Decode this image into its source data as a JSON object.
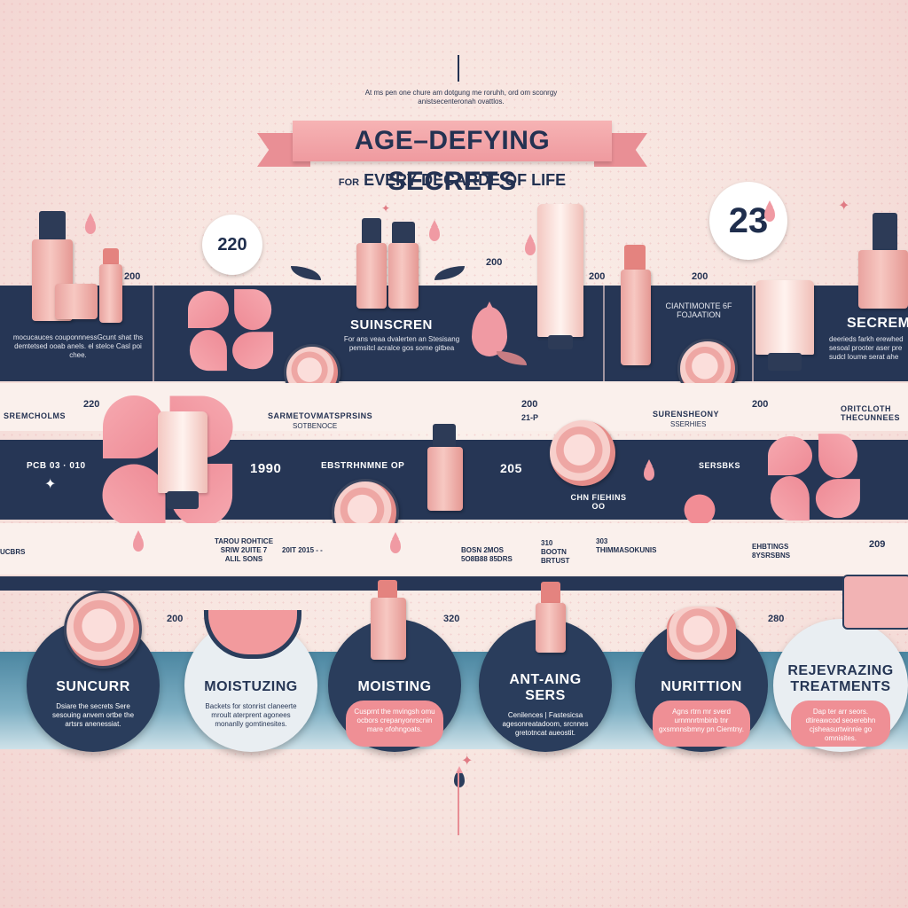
{
  "header": {
    "intro": "At ms pen one chure am dotgung me roruhh, ord om sconrgy anistsecenteronah ovattlos.",
    "title": "AGE–DEFYING SECRETS",
    "subtitle_for": "FOR",
    "subtitle": "EVERY DECARDE OF LIFE"
  },
  "badges": {
    "left": "220",
    "right": "23"
  },
  "row1": {
    "years": [
      "200",
      "200",
      "200",
      "200"
    ],
    "left_text": "mocucauces couponnnessGcunt shat ths demtetsed ooab anels. el stelce Casl poi chee.",
    "sunscreen_title": "SUINSCREN",
    "sunscreen_text": "For ans veaa dvalerten an Stesisang pemsitcl acralce gos some gitbea",
    "center_title": "CIANTIMONTE 6F FOJAATION",
    "right_title": "SECREMIL",
    "right_text": "deerieds farkh erewhed sesoal prooter aser pre sudcl loume serat ahe"
  },
  "row2": {
    "year_a": "220",
    "year_b": "200",
    "year_c": "200",
    "year_c2": "21-P",
    "year_d": "200",
    "left_label": "SREMCHOLMS",
    "mid_label": "SARMETOVMATSPRSINS",
    "mid_sub": "SOTBENOCE",
    "right_label": "SURENSHEONY",
    "right_sub": "SSERHIES",
    "far_label": "ORITCLOTH THECUNNEES"
  },
  "row3": {
    "left": "PCB 03 · 010",
    "year_1990": "1990",
    "label_a": "EBSTRHNMNE OP",
    "year_205": "205",
    "label_b": "CHN FIEHINS OO",
    "label_c": "SERSBKS"
  },
  "row4": {
    "far_left": "UCBRS",
    "a": "TAROU ROHTICE SRIW 2UITE 7 ALIL SONS",
    "b": "20IT 2015 - -",
    "c": "BOSN 2MOS 5O8B88 85DRS",
    "d": "310 BOOTN BRTUST",
    "e": "303 THIMMASOKUNIS",
    "f": "EHBTINGS 8YSRSBNS",
    "g": "209"
  },
  "bottom": [
    {
      "title": "SUNCURR",
      "desc": "Dsiare the secrets Sere sesouing anvem ortbe the artsrs anenessiat.",
      "style": "dark"
    },
    {
      "title": "MOISTUZING",
      "desc": "Backets for stonrist claneerte mroult aterprent agonees monanlly gomtinesites.",
      "style": "light"
    },
    {
      "title": "MOISTING",
      "desc": "Cusprnt the mvingsh omu ocbors crepanyonrscnin mare ofohngoats.",
      "style": "dark-pill"
    },
    {
      "title": "ANT-AING SERS",
      "desc": "Cenilences | Fastesicsa agesonreatadoom, srcnnes gretotncat aueostit.",
      "style": "dark"
    },
    {
      "title": "NURITTION",
      "desc": "Agns rtrn mr sverd urnmnrtmbinb tnr gxsmnnsbmny pn Ciemtny.",
      "style": "dark-pill"
    },
    {
      "title": "REJEVRAZING TREATMENTS",
      "desc": "Dap ter arr seors. dtireawcod seoerebhn cjsheasurtwinnie go omnisites.",
      "style": "light-pill"
    }
  ],
  "bottom_years": [
    "200",
    "320",
    "280"
  ],
  "colors": {
    "navy": "#263655",
    "pink": "#ef8f95",
    "cream": "#faf0ec",
    "teal": "#4b86a1"
  }
}
